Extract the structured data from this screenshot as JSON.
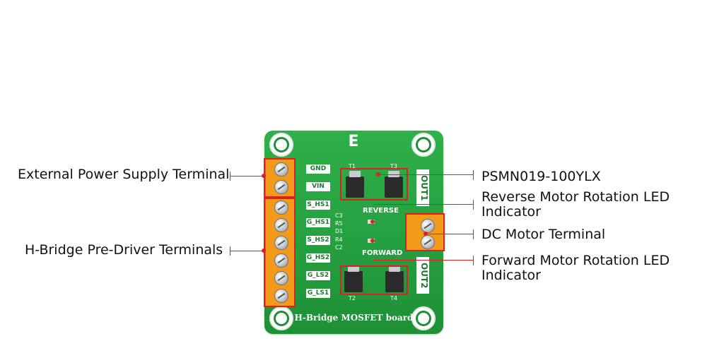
{
  "callouts": {
    "ext_power": "External Power Supply Terminal",
    "hbridge_pre": "H-Bridge Pre-Driver Terminals",
    "mosfet": "PSMN019-100YLX",
    "reverse_led_1": "Reverse Motor Rotation LED",
    "reverse_led_2": "Indicator",
    "dc_motor": "DC Motor Terminal",
    "forward_led_1": "Forward Motor Rotation LED",
    "forward_led_2": "Indicator"
  },
  "board": {
    "title": "H-Bridge MOSFET board",
    "logo": "E",
    "pins": [
      "GND",
      "VIN",
      "S_HS1",
      "G_HS1",
      "S_HS2",
      "G_HS2",
      "G_LS2",
      "G_LS1"
    ],
    "transistors": [
      "T1",
      "T3",
      "T2",
      "T4"
    ],
    "reverse": "REVERSE",
    "forward": "FORWARD",
    "parts_left": [
      "C3",
      "R5",
      "D1",
      "R4",
      "C2"
    ],
    "out1": "OUT1",
    "out2": "OUT2"
  },
  "colors": {
    "board": "#25a03f",
    "terminal": "#f39a1a",
    "highlight": "#e02020"
  }
}
